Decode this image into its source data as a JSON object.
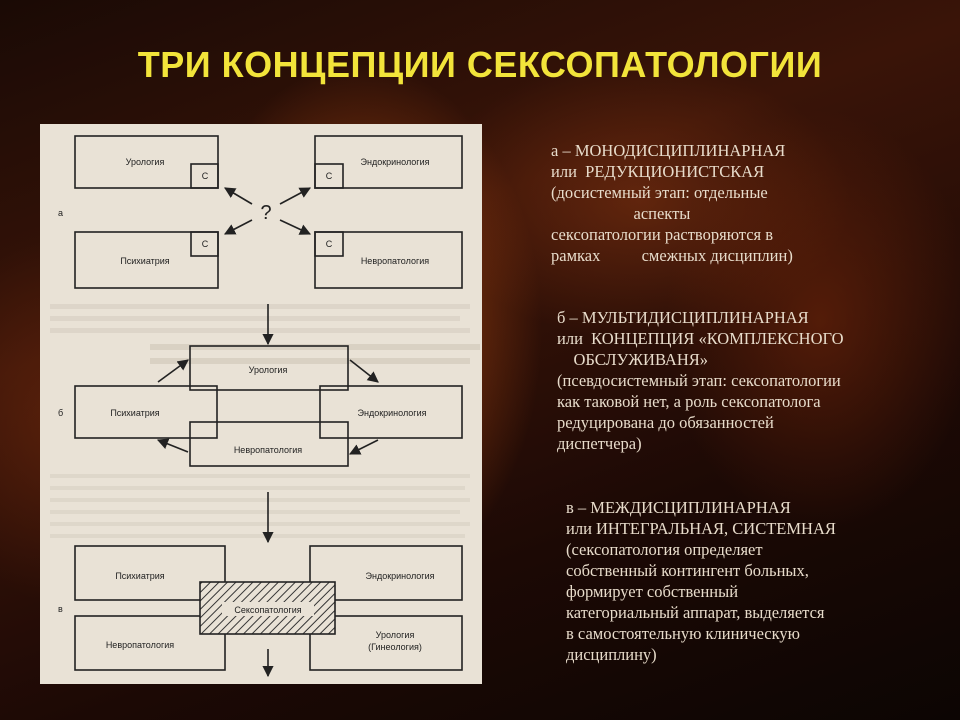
{
  "title": "ТРИ КОНЦЕПЦИИ СЕКСОПАТОЛОГИИ",
  "figure": {
    "panel_a_label": "а",
    "panel_b_label": "б",
    "panel_c_label": "в",
    "urology": "Урология",
    "endocrinology": "Эндокринология",
    "psychiatry": "Психиатрия",
    "neuropathology": "Невропатология",
    "sexopathology": "Сексопатология",
    "urology_gyn_line1": "Урология",
    "urology_gyn_line2": "(Гинеология)",
    "c_mark": "С",
    "question_mark": "?"
  },
  "blocks": {
    "a": {
      "lines": [
        "а – МОНОДИСЦИПЛИНАРНАЯ",
        "или  РЕДУКЦИОНИСТСКАЯ",
        "(досистемный этап: отдельные",
        "                    аспекты",
        "сексопатологии растворяются в",
        "рамках          смежных дисциплин)"
      ]
    },
    "b": {
      "lines": [
        "б – МУЛЬТИДИСЦИПЛИНАРНАЯ",
        "или  КОНЦЕПЦИЯ «КОМПЛЕКСНОГО",
        "    ОБСЛУЖИВАНЯ»",
        "(псевдосистемный этап: сексопатологии",
        "как таковой нет, а роль сексопатолога",
        "редуцирована до обязанностей",
        "диспетчера)"
      ]
    },
    "c": {
      "lines": [
        "в – МЕЖДИСЦИПЛИНАРНАЯ",
        "или ИНТЕГРАЛЬНАЯ, СИСТЕМНАЯ",
        "(сексопатология определяет",
        "собственный контингент больных,",
        "формирует собственный",
        "категориальный аппарат, выделяется",
        "в самостоятельную клиническую",
        "дисциплину)"
      ]
    }
  }
}
